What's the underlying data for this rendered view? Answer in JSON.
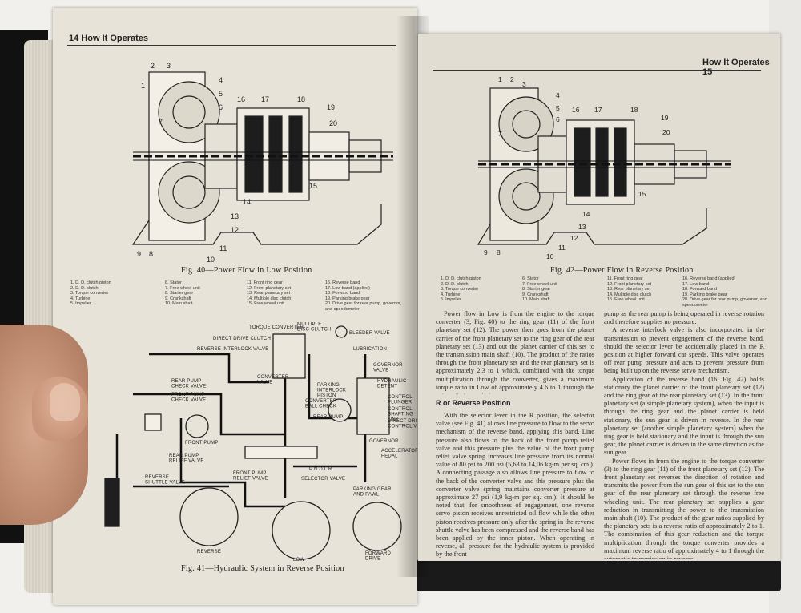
{
  "left_page": {
    "header": "14  How It Operates",
    "fig40_caption": "Fig. 40—Power Flow in Low Position",
    "fig40_callouts": [
      "1",
      "2",
      "3",
      "4",
      "5",
      "6",
      "7",
      "8",
      "9",
      "10",
      "11",
      "12",
      "13",
      "14",
      "15",
      "16",
      "17",
      "18",
      "19",
      "20"
    ],
    "fig40_legend": [
      [
        "1. D. D. clutch piston",
        "2. D. D. clutch",
        "3. Torque converter",
        "4. Turbine",
        "5. Impeller"
      ],
      [
        "6. Stator",
        "7. Free wheel unit",
        "8. Starter gear",
        "9. Crankshaft",
        "10. Main shaft"
      ],
      [
        "11. Front ring gear",
        "12. Front planetary set",
        "13. Rear planetary set",
        "14. Multiple disc clutch",
        "15. Free wheel unit"
      ],
      [
        "16. Reverse band",
        "17. Low band (applied)",
        "18. Forward band",
        "19. Parking brake gear",
        "20. Drive gear for rear pump, governor, and speedometer"
      ]
    ],
    "fig41_labels": {
      "torque_converter": "TORQUE CONVERTER",
      "multiple_disc_clutch": "MULTIPLE\nDISC CLUTCH",
      "bleeder_valve": "BLEEDER VALVE",
      "direct_drive_clutch": "DIRECT DRIVE CLUTCH",
      "lubrication": "LUBRICATION",
      "reverse_interlock_valve": "REVERSE INTERLOCK VALVE",
      "governor_valve": "GOVERNOR\nVALVE",
      "converter_valve": "CONVERTER\nVALVE",
      "hydraulic_detent": "HYDRAULIC\nDETENT",
      "rear_pump_check_valve": "REAR PUMP\nCHECK VALVE",
      "parking_interlock_piston": "PARKING\nINTERLOCK\nPISTON",
      "control_plunger": "CONTROL\nPLUNGER",
      "front_pump_check_valve": "FRONT PUMP\nCHECK VALVE",
      "converter_ball_check": "CONVERTER\nBALL CHECK",
      "control_shaft_link": "CONTROL\nSHAFTING\nLINK",
      "rear_pump": "REAR PUMP",
      "direct_drive_control_valve": "DIRECT DRIVE\nCONTROL VALVE",
      "front_pump": "FRONT PUMP",
      "governor": "GOVERNOR",
      "accelerator_pedal": "ACCELERATOR\nPEDAL",
      "rear_pump_relief_valve": "REAR PUMP\nRELIEF VALVE",
      "front_pump_relief_valve": "FRONT PUMP\nRELIEF VALVE",
      "pndlr": "P N D L R",
      "reverse_shuttle_valve": "REVERSE\nSHUTTLE VALVE",
      "selector_valve": "SELECTOR VALVE",
      "parking_gear_and_pawl": "PARKING GEAR\nAND PAWL",
      "reverse": "REVERSE",
      "low": "LOW",
      "forward_drive": "FORWARD\nDRIVE"
    },
    "fig41_caption": "Fig. 41—Hydraulic System in Reverse Position"
  },
  "right_page": {
    "header": "How It Operates  15",
    "fig42_caption": "Fig. 42—Power Flow in Reverse Position",
    "fig42_legend": [
      [
        "1. D. D. clutch piston",
        "2. D. D. clutch",
        "3. Torque converter",
        "4. Turbine",
        "5. Impeller"
      ],
      [
        "6. Stator",
        "7. Free wheel unit",
        "8. Starter gear",
        "9. Crankshaft",
        "10. Main shaft"
      ],
      [
        "11. Front ring gear",
        "12. Front planetary set",
        "13. Rear planetary set",
        "14. Multiple disc clutch",
        "15. Free wheel unit"
      ],
      [
        "16. Reverse band (applied)",
        "17. Low band",
        "18. Forward band",
        "19. Parking brake gear",
        "20. Drive gear for rear pump, governor, and speedometer"
      ]
    ],
    "col1_para1": "Power flow in Low is from the engine to the torque converter (3, Fig. 40) to the ring gear (11) of the front planetary set (12). The power then goes from the planet carrier of the front planetary set to the ring gear of the rear planetary set (13) and out the planet carrier of this set to the transmission main shaft (10). The product of the ratios through the front planetary set and the rear planetary set is approximately 2.3 to 1 which, combined with the torque multiplication through the converter, gives a maximum torque ratio in Low of approximately 4.6 to 1 through the automatic transmission.",
    "section_title": "R or Reverse Position",
    "col1_para2": "With the selector lever in the R position, the selector valve (see Fig. 41) allows line pressure to flow to the servo mechanism of the reverse band, applying this band. Line pressure also flows to the back of the front pump relief valve and this pressure plus the value of the front pump relief valve spring increases line pressure from its normal value of 80 psi to 200 psi (5,63 to 14,06 kg-m per sq. cm.). A connecting passage also allows line pressure to flow to the back of the converter valve and this pressure plus the converter valve spring maintains converter pressure at approximate 27 psi (1,9 kg-m per sq. cm.). It should be noted that, for smoothness of engagement, one reverse servo piston receives unrestricted oil flow while the other piston receives pressure only after the spring in the reverse shuttle valve has been compressed and the reverse band has been applied by the inner piston. When operating in reverse, all pressure for the hydraulic system is provided by the front",
    "col2_para1": "pump as the rear pump is being operated in reverse rotation and therefore supplies no pressure.",
    "col2_para2": "A reverse interlock valve is also incorporated in the transmission to prevent engagement of the reverse band, should the selector lever be accidentally placed in the R position at higher forward car speeds. This valve operates off rear pump pressure and acts to prevent pressure from being built up on the reverse servo mechanism.",
    "col2_para3": "Application of the reverse band (16, Fig. 42) holds stationary the planet carrier of the front planetary set (12) and the ring gear of the rear planetary set (13). In the front planetary set (a simple planetary system), when the input is through the ring gear and the planet carrier is held stationary, the sun gear is driven in reverse. In the rear planetary set (another simple planetary system) when the ring gear is held stationary and the input is through the sun gear, the planet carrier is driven in the same direction as the sun gear.",
    "col2_para4": "Power flows in from the engine to the torque converter (3) to the ring gear (11) of the front planetary set (12). The front planetary set reverses the direction of rotation and transmits the power from the sun gear of this set to the sun gear of the rear planetary set through the reverse free wheeling unit. The rear planetary set supplies a gear reduction in transmitting the power to the transmission main shaft (10). The product of the gear ratios supplied by the planetary sets is a reverse ratio of approximately 2 to 1. The combination of this gear reduction and the torque multiplication through the torque converter provides a maximum reverse ratio of approximately 4 to 1 through the automatic transmission in reverse."
  }
}
